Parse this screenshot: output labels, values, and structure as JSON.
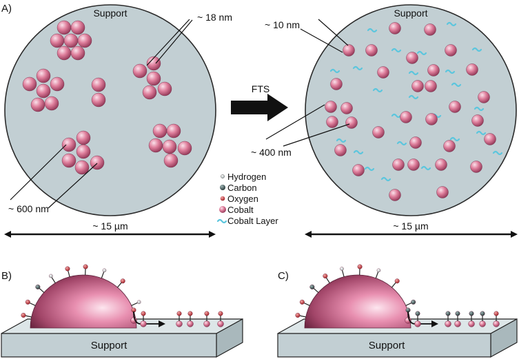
{
  "panels": {
    "a": {
      "label": "A)",
      "before": {
        "support": "Support",
        "cluster_size": "~ 18 nm",
        "cluster_spacing": "~ 600 nm",
        "width": "~ 15 µm"
      },
      "after": {
        "support": "Support",
        "particle_size": "~ 10 nm",
        "particle_spacing": "~ 400 nm",
        "width": "~ 15 µm"
      },
      "arrow_label": "FTS",
      "legend": [
        {
          "text": "Hydrogen",
          "icon": "hydrogen-atom-icon"
        },
        {
          "text": "Carbon",
          "icon": "carbon-atom-icon"
        },
        {
          "text": "Oxygen",
          "icon": "oxygen-atom-icon"
        },
        {
          "text": "Cobalt",
          "icon": "cobalt-atom-icon"
        },
        {
          "text": "Cobalt Layer",
          "icon": "cobalt-layer-icon"
        }
      ]
    },
    "b": {
      "label": "B)",
      "support": "Support"
    },
    "c": {
      "label": "C)",
      "support": "Support"
    }
  },
  "colors": {
    "support_fill": "#c2cfd3",
    "cobalt": "#d9708f",
    "carbon": "#3d5555",
    "oxygen": "#c8303a",
    "hydrogen": "#e6eaea",
    "cobalt_layer": "#5cc6dd"
  }
}
